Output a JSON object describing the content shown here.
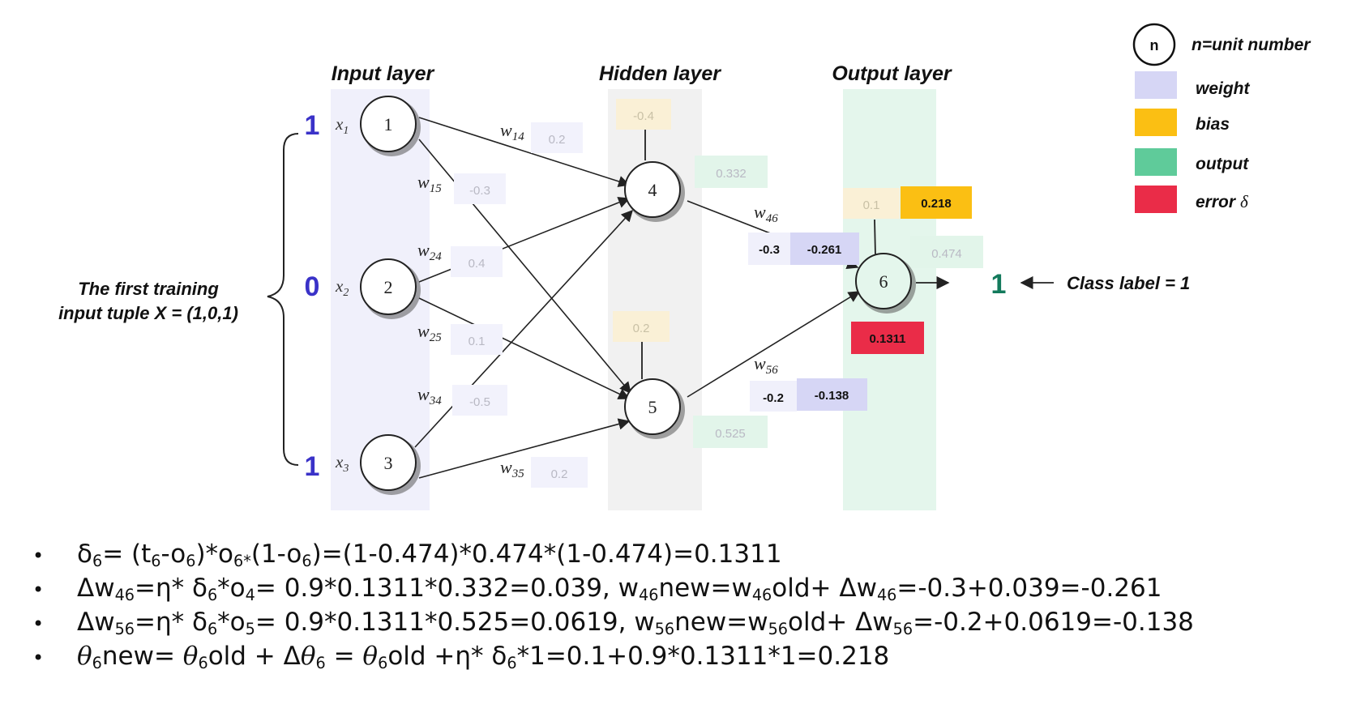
{
  "layers": {
    "input": "Input layer",
    "hidden": "Hidden layer",
    "output": "Output layer"
  },
  "nodes": [
    "1",
    "2",
    "3",
    "4",
    "5",
    "6"
  ],
  "inputs": {
    "values": [
      "1",
      "0",
      "1"
    ],
    "labels": [
      {
        "base": "x",
        "sub": "1"
      },
      {
        "base": "x",
        "sub": "2"
      },
      {
        "base": "x",
        "sub": "3"
      }
    ]
  },
  "training_note": [
    "The first training",
    "input tuple X = (1,0,1)"
  ],
  "weights": [
    {
      "name": "w",
      "sub": "14",
      "value": "0.2"
    },
    {
      "name": "w",
      "sub": "15",
      "value": "-0.3"
    },
    {
      "name": "w",
      "sub": "24",
      "value": "0.4"
    },
    {
      "name": "w",
      "sub": "25",
      "value": "0.1"
    },
    {
      "name": "w",
      "sub": "34",
      "value": "-0.5"
    },
    {
      "name": "w",
      "sub": "35",
      "value": "0.2"
    },
    {
      "name": "w",
      "sub": "46",
      "old": "-0.3",
      "new": "-0.261"
    },
    {
      "name": "w",
      "sub": "56",
      "old": "-0.2",
      "new": "-0.138"
    }
  ],
  "biases": {
    "node4": "-0.4",
    "node5": "0.2",
    "node6_old": "0.1",
    "node6_new": "0.218"
  },
  "outputs": {
    "node4": "0.332",
    "node5": "0.525",
    "node6": "0.474"
  },
  "error": {
    "node6": "0.1311"
  },
  "class_label": {
    "value": "1",
    "text": "Class label = 1"
  },
  "legend": {
    "node_symbol": "n",
    "node_text": "n=unit number",
    "items": [
      {
        "label": "weight",
        "color": "#d6d6f5"
      },
      {
        "label": "bias",
        "color": "#fbbf13"
      },
      {
        "label": "output",
        "color": "#5fcb9a"
      },
      {
        "label": "error",
        "symbol": "δ",
        "color": "#ea2c48"
      }
    ]
  },
  "colors": {
    "weight": "#d6d6f5",
    "bias": "#fbbf13",
    "output": "#5fcb9a",
    "error": "#ea2c48",
    "input_value": "#3a32c8",
    "class_value": "#137a5c"
  },
  "formulas": {
    "f1": {
      "d": "δ",
      "s6": "6",
      "a": "= (t",
      "b": "-o",
      "c": ")*o",
      "s6star": "6*",
      "e": "(1-o",
      "f": ")=(1-0.474)*0.474*(1-0.474)=0.1311"
    },
    "f2": {
      "a": "Δw",
      "s46": "46",
      "b": "=η* δ",
      "s6": "6",
      "c": "*o",
      "s4": "4",
      "d": "= 0.9*0.1311*0.332=0.039, w",
      "e": "new=w",
      "f": "old+ Δw",
      "g": "=-0.3+0.039=-0.261"
    },
    "f3": {
      "a": "Δw",
      "s56": "56",
      "b": "=η* δ",
      "s6": "6",
      "c": "*o",
      "s5": "5",
      "d": "= 0.9*0.1311*0.525=0.0619, w",
      "e": "new=w",
      "f": "old+ Δw",
      "g": "=-0.2+0.0619=-0.138"
    },
    "f4": {
      "theta": "θ",
      "s6": "6",
      "a": "new= ",
      "b": "old + Δ",
      "c": " = ",
      "d": "old +η* δ",
      "e": "*1=0.1+0.9*0.1311*1=0.218"
    }
  }
}
